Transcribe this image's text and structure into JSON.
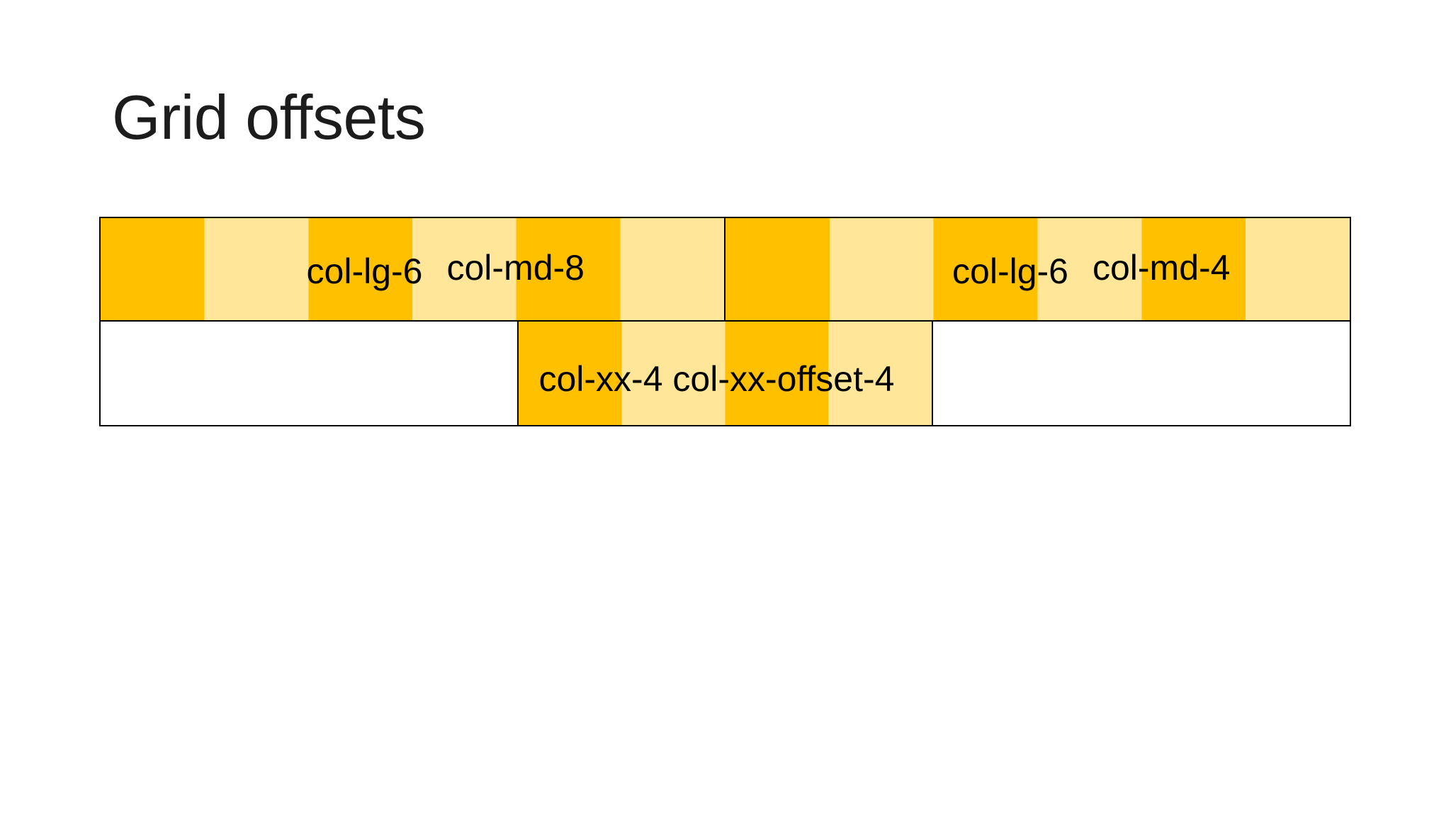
{
  "title": "Grid offsets",
  "colors": {
    "background": "#FFFFFF",
    "orange": "#FFC000",
    "light": "#FFE699",
    "border": "#000000",
    "title_text": "#1C1C1C",
    "label_text": "#000000"
  },
  "grid": {
    "row1_left": {
      "label_a": "col-lg-6",
      "label_b": "col-md-8"
    },
    "row1_right": {
      "label_a": "col-lg-6",
      "label_b": "col-md-4"
    },
    "row2_middle": {
      "label": "col-xx-4 col-xx-offset-4"
    }
  }
}
